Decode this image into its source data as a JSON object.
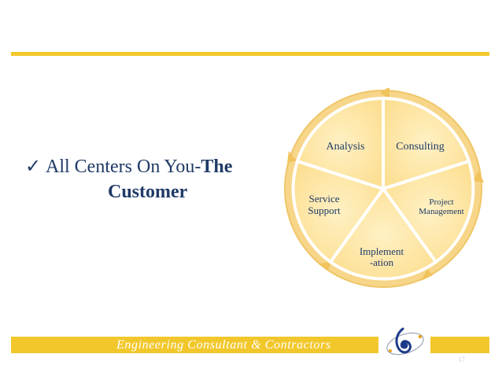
{
  "slide": {
    "bullet": {
      "check": "✓",
      "lead": "All Centers On You-",
      "strong": "The",
      "line2": "Customer"
    },
    "cycle": {
      "segments": [
        {
          "label": "Consulting"
        },
        {
          "label": "Project",
          "label2": "Management"
        },
        {
          "label": "Implement",
          "label2": "-ation"
        },
        {
          "label": "Service",
          "label2": "Support"
        },
        {
          "label": "Analysis"
        }
      ]
    },
    "footer": {
      "company": "Engineering Consultant & Contractors",
      "page_number": "17"
    },
    "colors": {
      "accent": "#f2c72b",
      "ring": "#f7d68a",
      "wedge": "#fde6a6",
      "text": "#1f3a66"
    }
  }
}
